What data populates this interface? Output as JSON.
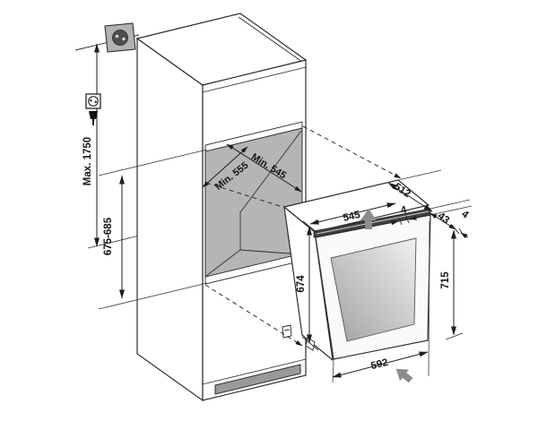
{
  "diagram": {
    "title_hint": "built-in appliance niche installation drawing",
    "labels": {
      "socket_height": "Max. 1750",
      "niche_height": "675-685",
      "niche_depth_min": "Min. 555",
      "niche_width_min": "Min. 545",
      "top_width": "545",
      "depth": "512",
      "gap_top": "4",
      "door_thickness": "43",
      "gap_side": "4",
      "height_right": "715",
      "height_front": "674",
      "front_width": "592"
    },
    "colors": {
      "line": "#2d2d2d",
      "niche_fill": "#b5b5b5",
      "plinth_fill": "#9a9a9a",
      "socket_fill": "#b2b2b2",
      "control_strip": "#414141",
      "push_arrow": "#8c8c8c",
      "glass_dark": "#a2a2a2",
      "glass_light": "#ececec"
    },
    "icons": [
      "wall-socket-icon",
      "socket-symbol-icon",
      "plug-icon",
      "push-up-arrow-icon",
      "push-in-arrow-icon"
    ]
  }
}
